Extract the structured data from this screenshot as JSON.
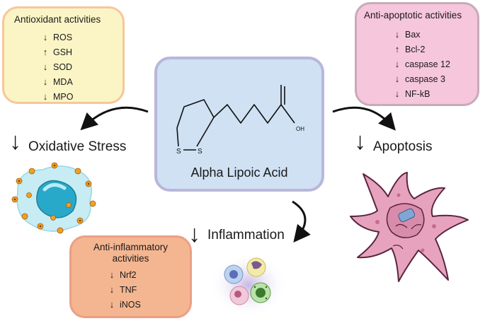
{
  "antioxidant": {
    "title": "Antioxidant activities",
    "items": [
      {
        "label": "ROS",
        "dir": "↓"
      },
      {
        "label": "GSH",
        "dir": "↑"
      },
      {
        "label": "SOD",
        "dir": "↓"
      },
      {
        "label": "MDA",
        "dir": "↓"
      },
      {
        "label": "MPO",
        "dir": "↓"
      }
    ]
  },
  "antiapoptotic": {
    "title": "Anti-apoptotic activities",
    "items": [
      {
        "label": "Bax",
        "dir": "↓"
      },
      {
        "label": "Bcl-2",
        "dir": "↑"
      },
      {
        "label": "caspase 12",
        "dir": "↓"
      },
      {
        "label": "caspase 3",
        "dir": "↓"
      },
      {
        "label": "NF-kB",
        "dir": "↓"
      }
    ]
  },
  "antiinflammatory": {
    "title_line1": "Anti-inflammatory",
    "title_line2": "activities",
    "items": [
      {
        "label": "Nrf2",
        "dir": "↓"
      },
      {
        "label": "TNF",
        "dir": "↓"
      },
      {
        "label": "iNOS",
        "dir": "↓"
      }
    ]
  },
  "center": {
    "name": "Alpha Lipoic Acid",
    "atom_s1": "S",
    "atom_s2": "S",
    "atom_oh": "OH"
  },
  "outcomes": {
    "oxidative": "Oxidative Stress",
    "apoptosis": "Apoptosis",
    "inflammation": "Inflammation"
  },
  "side_arrow": "↓"
}
